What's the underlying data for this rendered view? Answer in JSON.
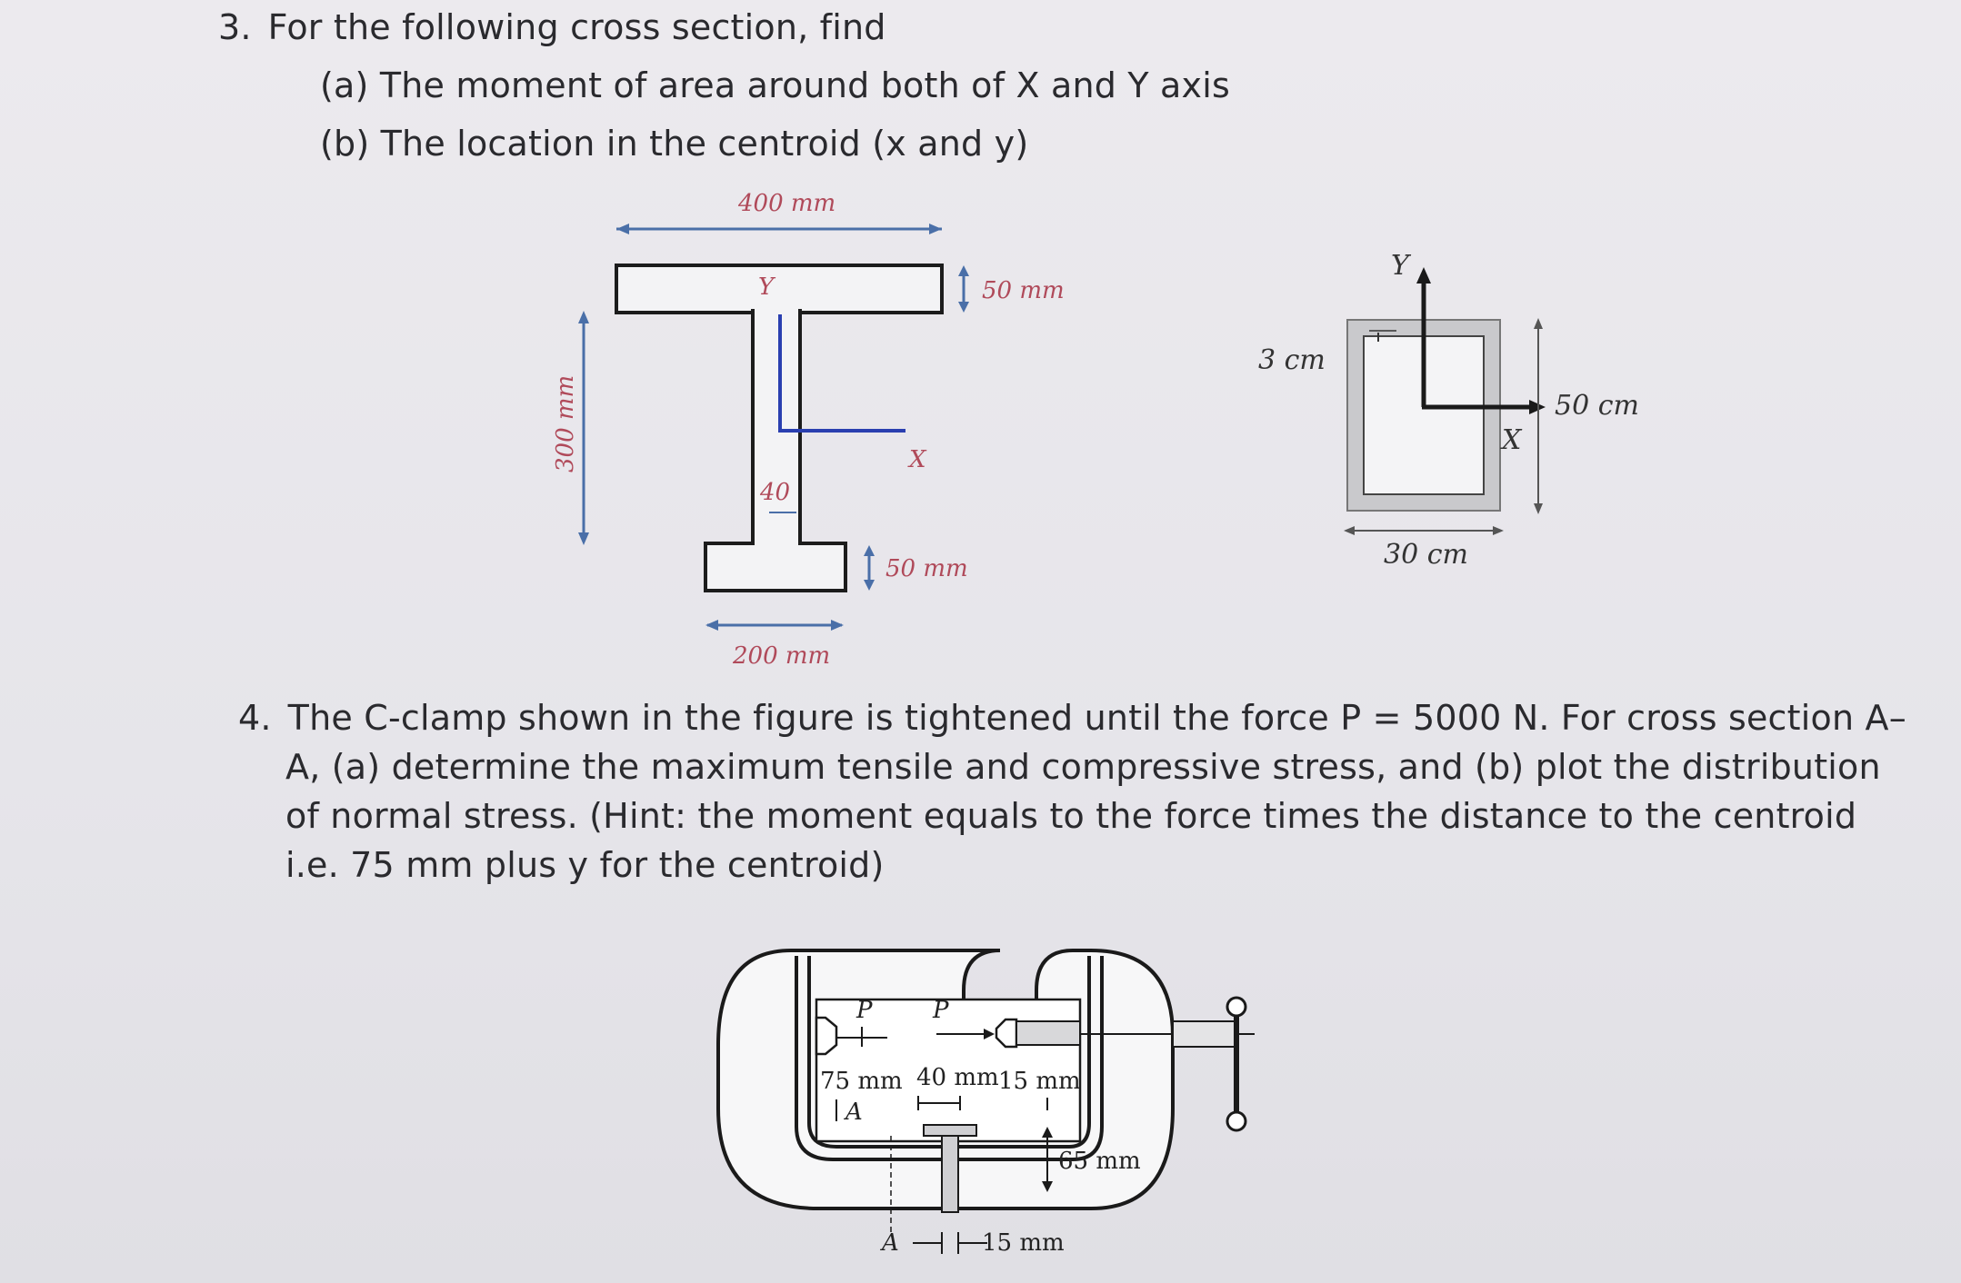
{
  "q3": {
    "number": "3.",
    "title": "For the following cross section, find",
    "part_a": "(a) The moment of area around both of X and Y axis",
    "part_b": "(b) The location in the centroid (x and y)"
  },
  "tsection": {
    "top_width": "400 mm",
    "flange_thickness": "50 mm",
    "height": "300 mm",
    "web_width": "40",
    "bottom_flange_thickness": "50 mm",
    "bottom_width": "200 mm",
    "axis_y": "Y",
    "axis_x": "X",
    "color_dim": "#4a6fa8",
    "color_axis": "#2a3fb0",
    "color_text": "#b04a5a"
  },
  "box": {
    "wall": "3 cm",
    "height": "50 cm",
    "width": "30 cm",
    "axis_y": "Y",
    "axis_x": "X"
  },
  "q4": {
    "number": "4.",
    "line1": "The C-clamp shown in the figure is tightened until the force P = 5000 N. For cross section A–",
    "line2": "A, (a) determine the maximum tensile and compressive stress, and (b) plot the distribution",
    "line3": "of normal stress. (Hint: the moment equals to the force times the distance to the centroid",
    "line4": "i.e. 75 mm plus y for the centroid)"
  },
  "clamp": {
    "p_left": "P",
    "p_right": "P",
    "d75": "75 mm",
    "d40": "40 mm",
    "d15_top": "15 mm",
    "section_a_top": "A",
    "section_a_bottom": "A",
    "d65": "65 mm",
    "d15_bottom": "15 mm"
  }
}
